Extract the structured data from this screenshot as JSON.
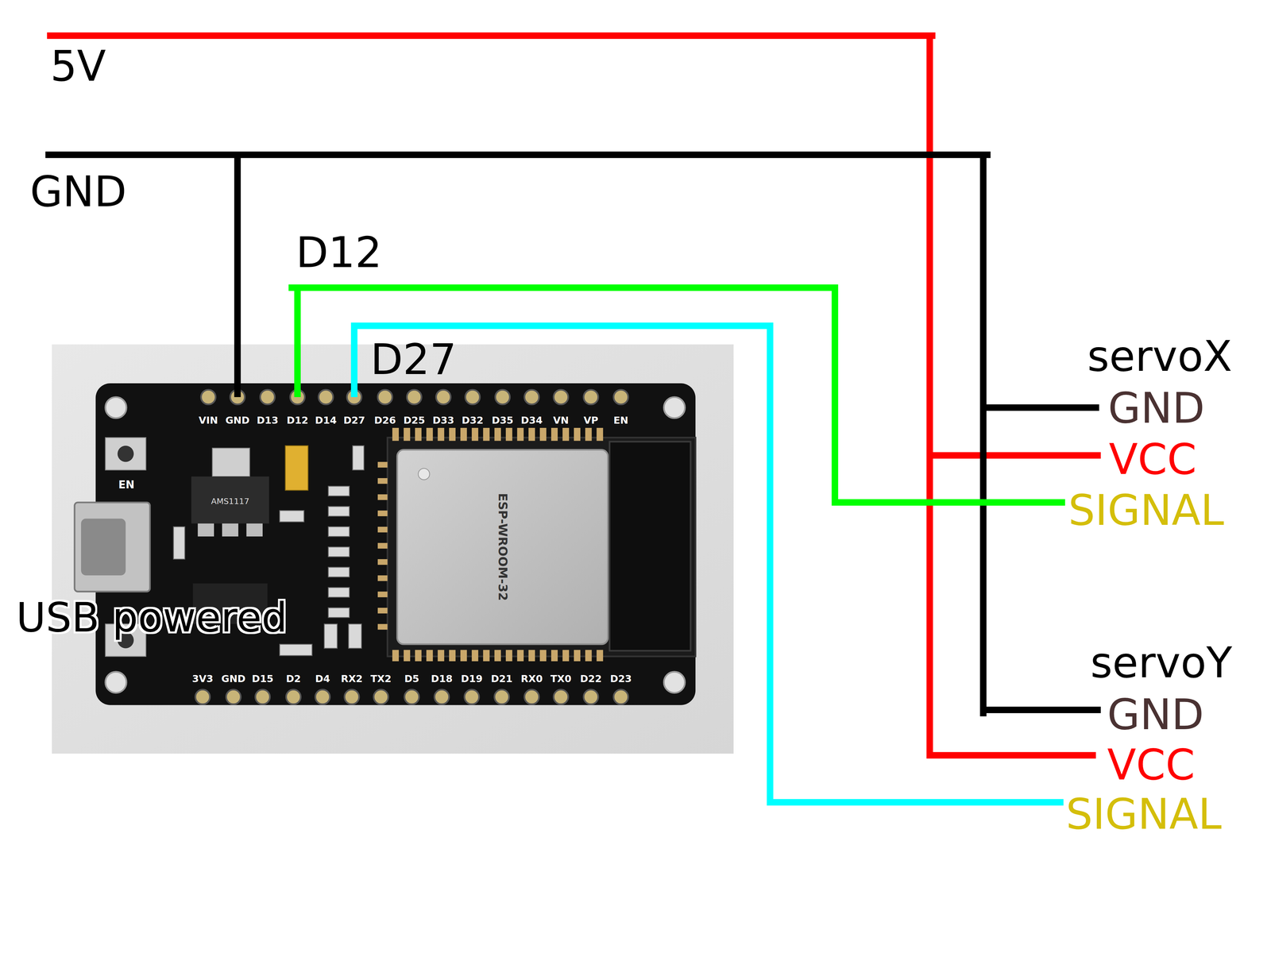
{
  "diagram": {
    "labels": [
      "5V",
      "GND",
      "D12",
      "D27",
      "VIN",
      "GND",
      "D13",
      "D12",
      "D14",
      "D27",
      "D26",
      "D25",
      "D33",
      "D32",
      "D35",
      "D34",
      "VN",
      "VP",
      "EN",
      "3V3",
      "GND",
      "D15",
      "D2",
      "D4",
      "RX2",
      "TX2",
      "D5",
      "D18",
      "D19",
      "D21",
      "RX0",
      "TX0",
      "D22",
      "D23",
      "EN",
      "AMS1117",
      "ESP-WROOM-32",
      "USB powered",
      "servoX",
      "GND",
      "VCC",
      "SIGNAL",
      "servoY",
      "GND",
      "VCC",
      "SIGNAL"
    ]
  }
}
